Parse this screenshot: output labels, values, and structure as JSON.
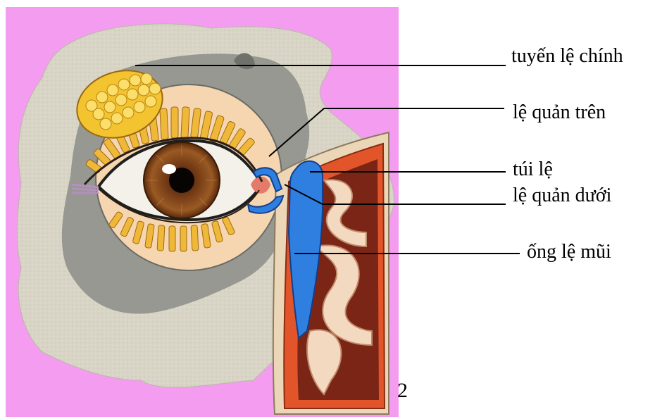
{
  "labels": {
    "main_gland": "tuyến lệ chính",
    "upper_canaliculus": "lệ quản trên",
    "lacrimal_sac": "túi lệ",
    "lower_canaliculus": "lệ quản dưới",
    "nasolacrimal_duct": "ống lệ mũi"
  },
  "page_number": "2",
  "colors": {
    "background_pink": "#f49df0",
    "skin_grey": "#d9d6c8",
    "orbit_grey": "#8d8f8a",
    "eye_skin": "#f7d9b4",
    "gland_yellow": "#f2c230",
    "iris_brown": "#8a4a1c",
    "tear_blue": "#2f7fe0",
    "nose_red": "#e2552b",
    "nose_dark": "#7b2516"
  }
}
